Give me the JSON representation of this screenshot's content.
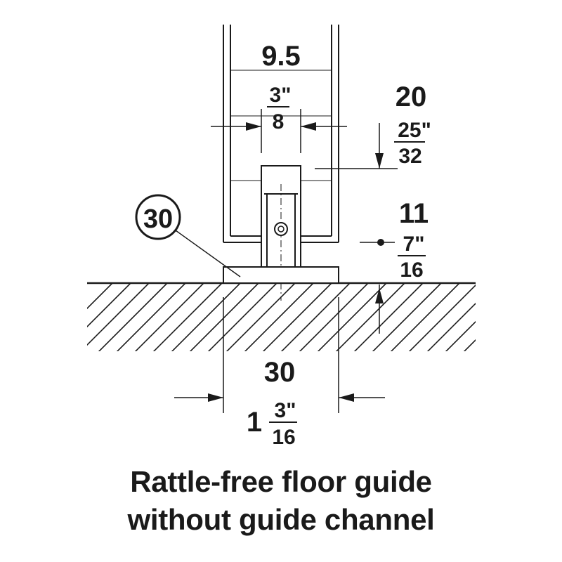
{
  "dimensions": {
    "door_width_mm": "9.5",
    "door_width_in_num": "3\"",
    "door_width_in_den": "8",
    "height_mm": "20",
    "height_in_num": "25\"",
    "height_in_den": "32",
    "clearance_mm": "11",
    "clearance_in_num": "7\"",
    "clearance_in_den": "16",
    "base_width_mm": "30",
    "base_width_in_whole": "1",
    "base_width_in_num": "3\"",
    "base_width_in_den": "16"
  },
  "callout": {
    "label": "30"
  },
  "caption": {
    "line1": "Rattle-free floor guide",
    "line2": "without guide channel"
  },
  "colors": {
    "ink": "#1a1a1a",
    "background": "#ffffff"
  }
}
